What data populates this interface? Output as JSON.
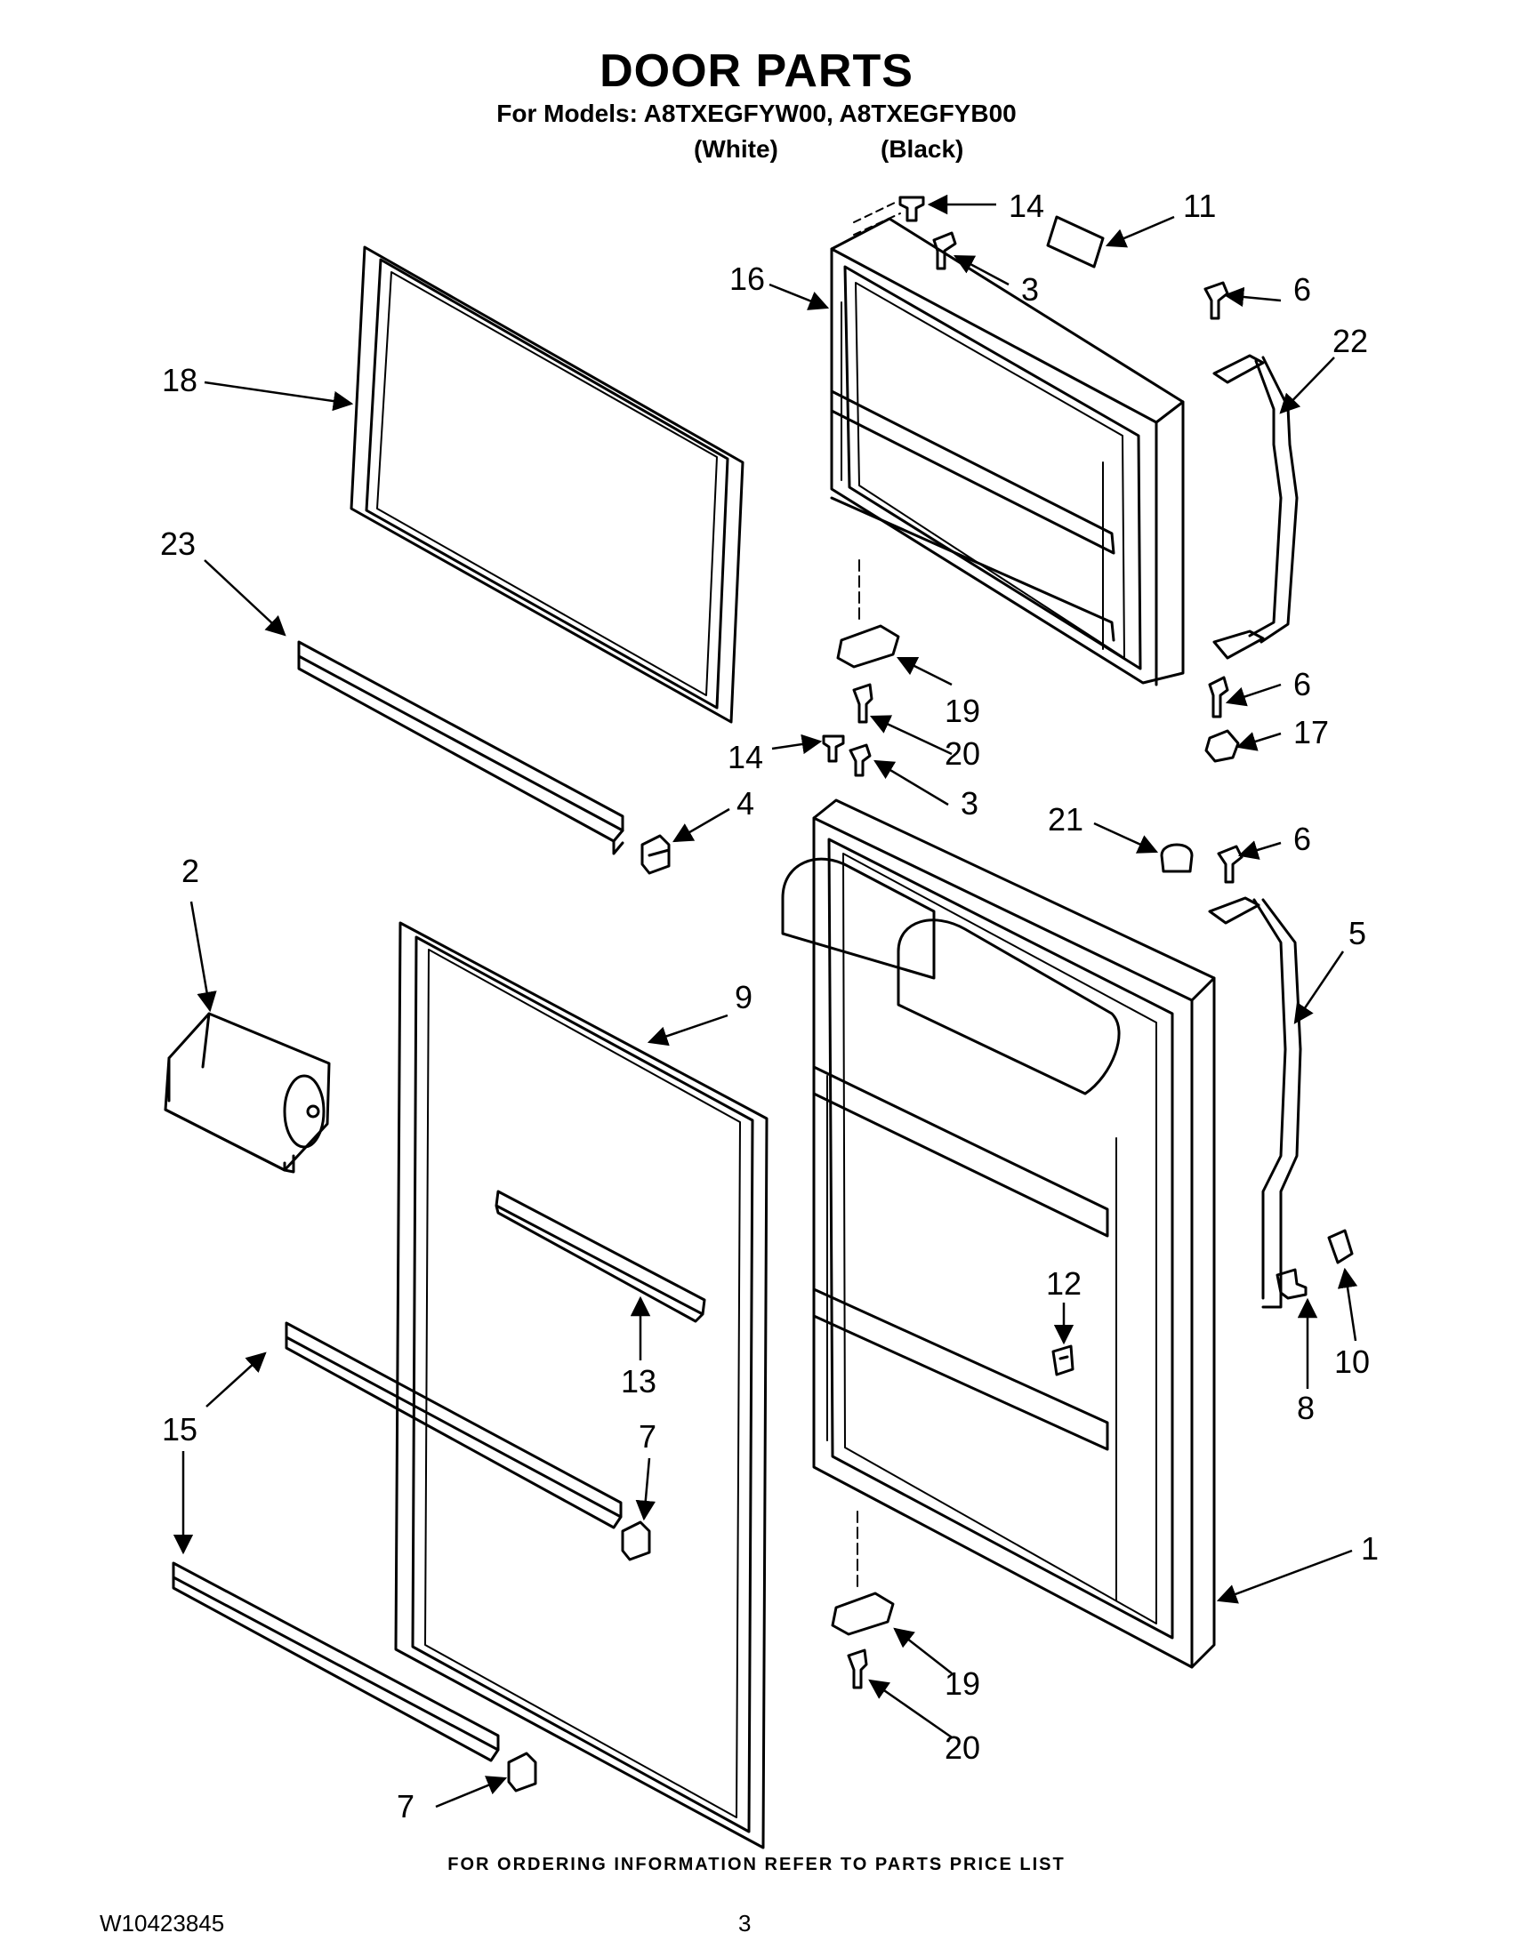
{
  "header": {
    "title": "DOOR PARTS",
    "models_line": "For Models: A8TXEGFYW00, A8TXEGFYB00",
    "variant_white": "(White)",
    "variant_black": "(Black)"
  },
  "callouts": {
    "c14_top": "14",
    "c11": "11",
    "c16": "16",
    "c3_top": "3",
    "c6_a": "6",
    "c22": "22",
    "c18": "18",
    "c23": "23",
    "c19_top": "19",
    "c6_b": "6",
    "c20_top": "20",
    "c17": "17",
    "c14_mid": "14",
    "c3_mid": "3",
    "c4": "4",
    "c21": "21",
    "c6_c": "6",
    "c2": "2",
    "c5": "5",
    "c9": "9",
    "c12": "12",
    "c13": "13",
    "c7_mid": "7",
    "c15": "15",
    "c8": "8",
    "c10": "10",
    "c1": "1",
    "c19_bot": "19",
    "c20_bot": "20",
    "c7_bot": "7"
  },
  "footer": {
    "ordering_note": "FOR ORDERING INFORMATION REFER TO PARTS PRICE LIST",
    "document_number": "W10423845",
    "page_number": "3"
  }
}
